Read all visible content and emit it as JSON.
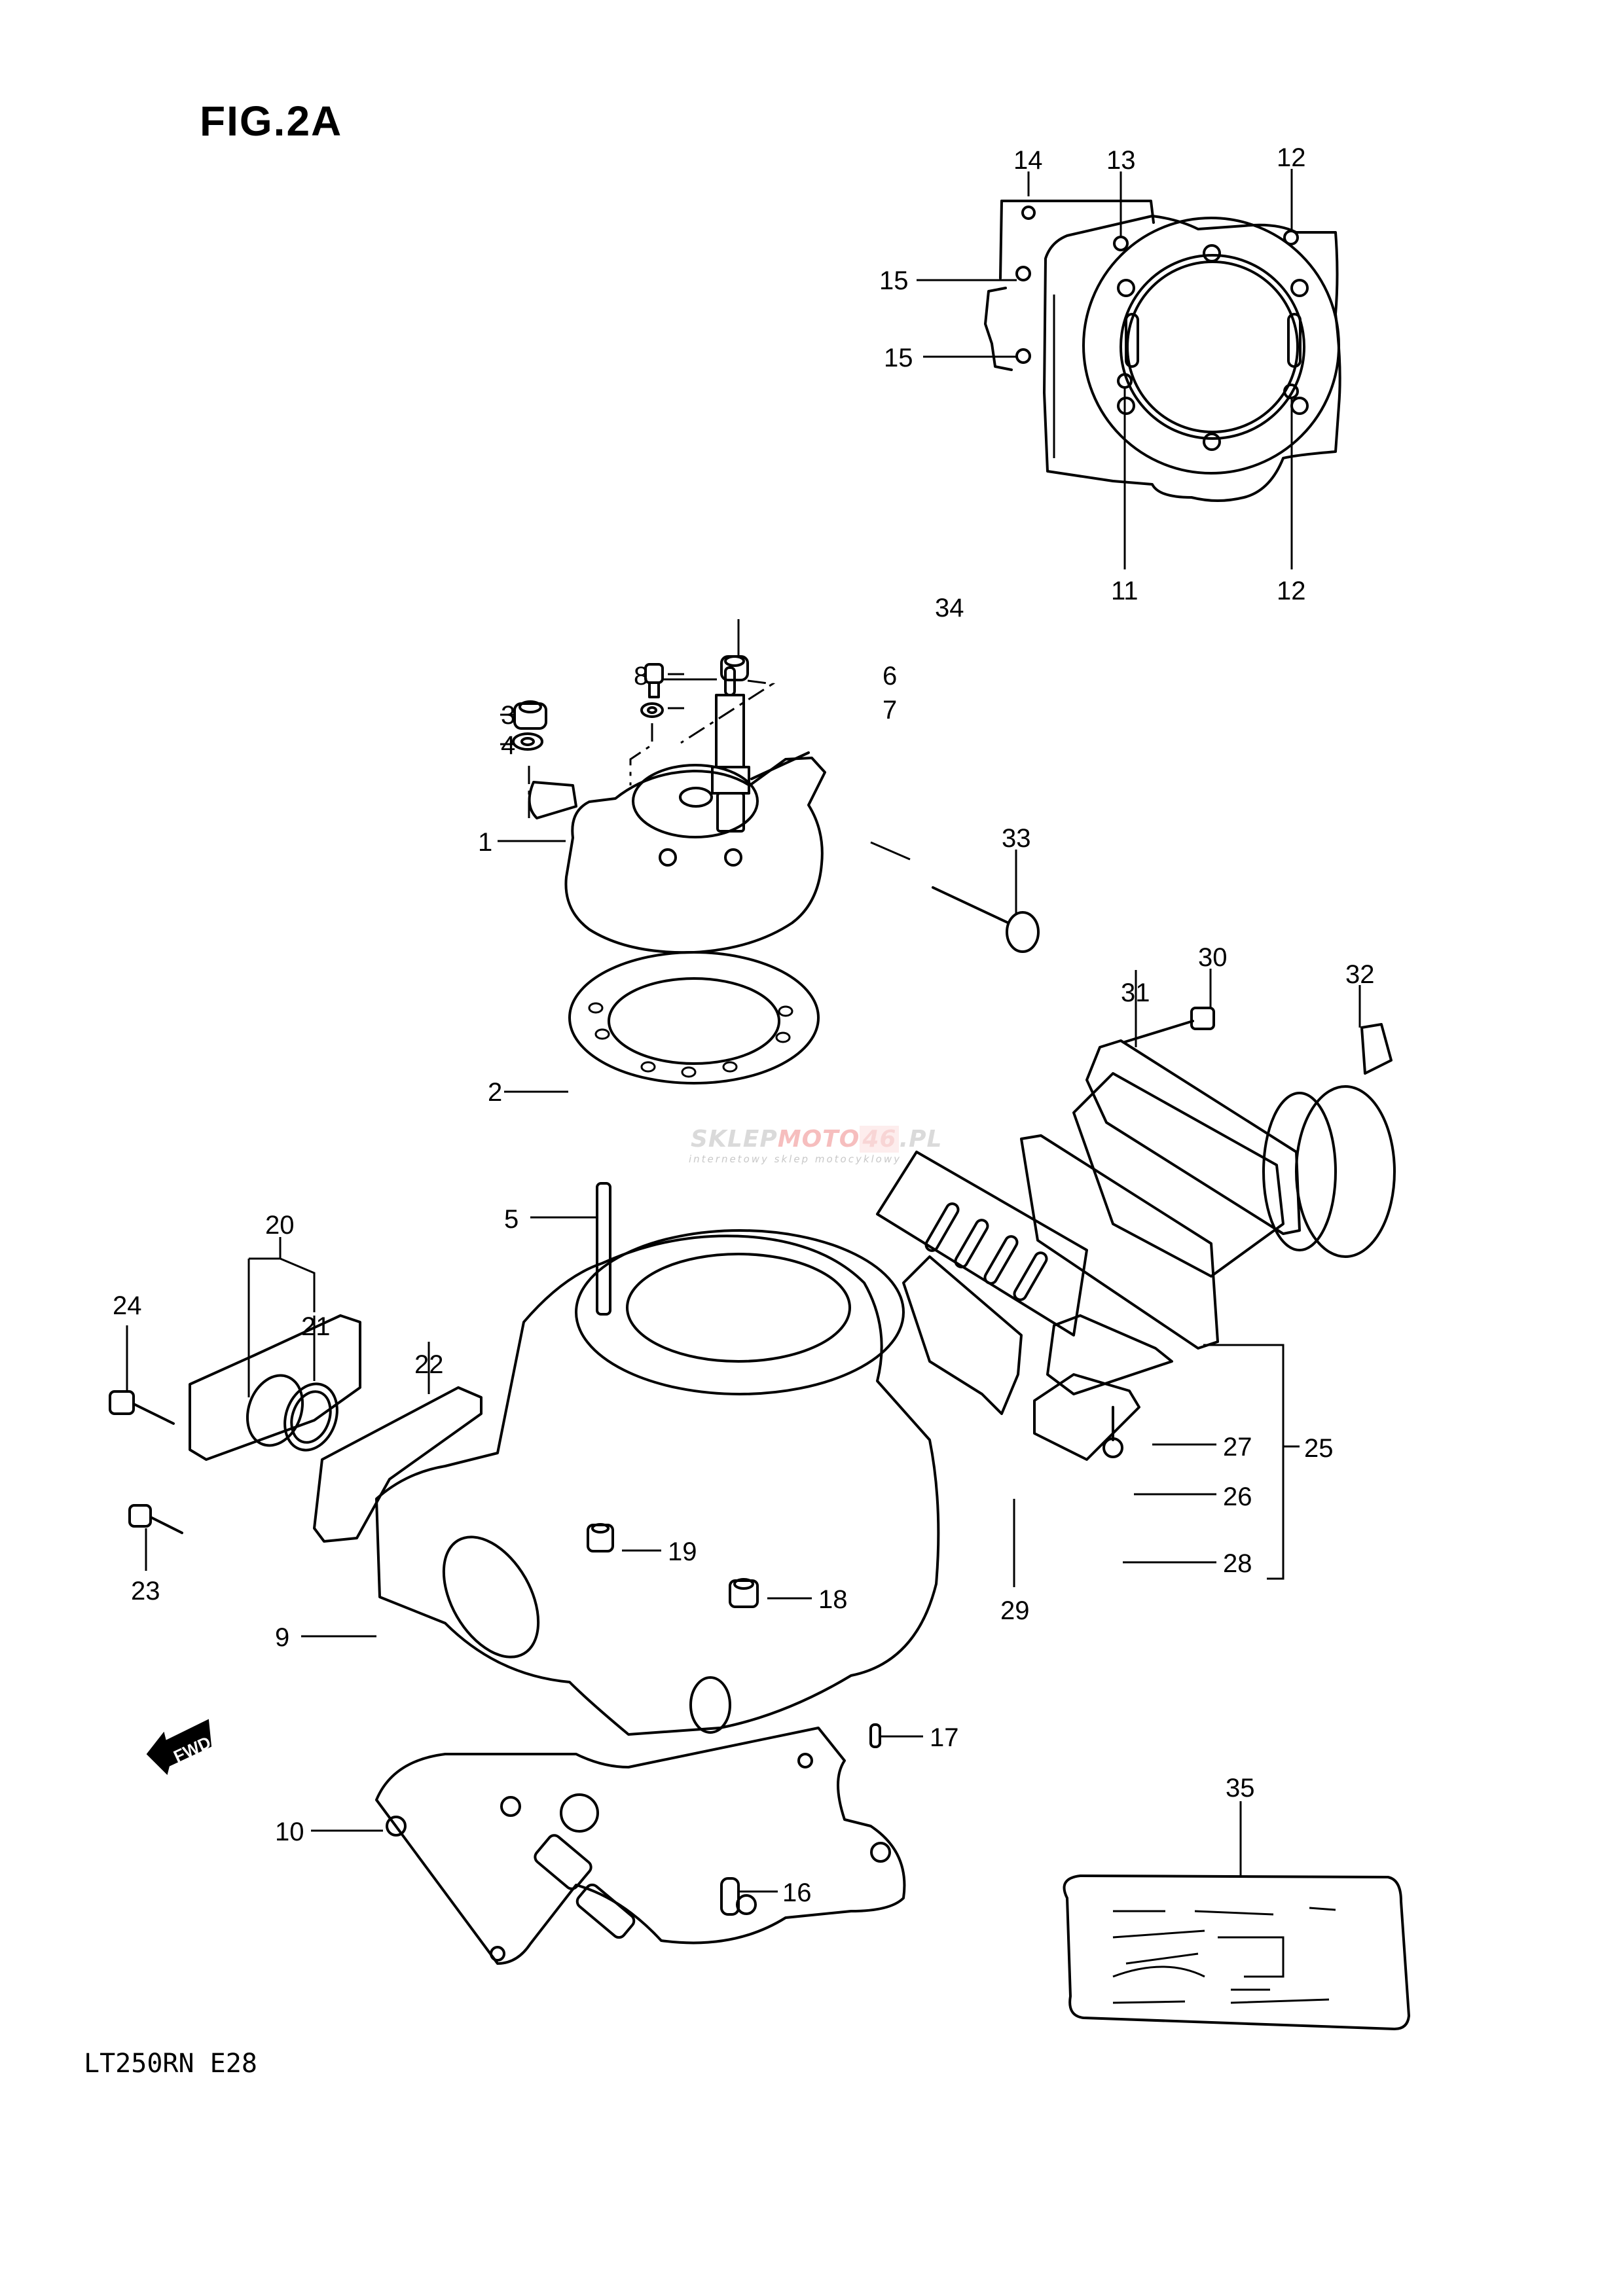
{
  "figure": {
    "title": "FIG.2A",
    "model_code": "LT250RN  E28",
    "direction_indicator": "FWD"
  },
  "watermark": {
    "part_a": "SKLEP",
    "part_b": "MOTO",
    "part_c": "46",
    "part_d": ".PL",
    "tagline": "internetowy sklep motocyklowy"
  },
  "callouts": {
    "c1": "1",
    "c2": "2",
    "c3": "3",
    "c4": "4",
    "c5": "5",
    "c6": "6",
    "c7": "7",
    "c8": "8",
    "c9": "9",
    "c10": "10",
    "c11": "11",
    "c12a": "12",
    "c12b": "12",
    "c13": "13",
    "c14": "14",
    "c15a": "15",
    "c15b": "15",
    "c16": "16",
    "c17": "17",
    "c18": "18",
    "c19": "19",
    "c20": "20",
    "c21": "21",
    "c22": "22",
    "c23": "23",
    "c24": "24",
    "c25": "25",
    "c26": "26",
    "c27": "27",
    "c28": "28",
    "c29": "29",
    "c30": "30",
    "c31": "31",
    "c32": "32",
    "c33": "33",
    "c34": "34",
    "c35": "35"
  },
  "parts": [
    {
      "ref": "1",
      "item": "cylinder-head"
    },
    {
      "ref": "2",
      "item": "cylinder-head-gasket"
    },
    {
      "ref": "3",
      "item": "head-nut"
    },
    {
      "ref": "4",
      "item": "washer"
    },
    {
      "ref": "5",
      "item": "stud-bolt"
    },
    {
      "ref": "6",
      "item": "bolt"
    },
    {
      "ref": "7",
      "item": "gasket-washer"
    },
    {
      "ref": "8",
      "item": "spark-plug"
    },
    {
      "ref": "9",
      "item": "cylinder"
    },
    {
      "ref": "10",
      "item": "cylinder-base-gasket"
    },
    {
      "ref": "11",
      "item": "stud-position"
    },
    {
      "ref": "12",
      "item": "stud-position"
    },
    {
      "ref": "13",
      "item": "stud-position"
    },
    {
      "ref": "14",
      "item": "stud-position"
    },
    {
      "ref": "15",
      "item": "stud-position"
    },
    {
      "ref": "16",
      "item": "dowel-pin"
    },
    {
      "ref": "17",
      "item": "dowel-pin"
    },
    {
      "ref": "18",
      "item": "nut"
    },
    {
      "ref": "19",
      "item": "nut"
    },
    {
      "ref": "20",
      "item": "exhaust-pipe-joint"
    },
    {
      "ref": "21",
      "item": "seal"
    },
    {
      "ref": "22",
      "item": "gasket"
    },
    {
      "ref": "23",
      "item": "bolt"
    },
    {
      "ref": "24",
      "item": "bolt"
    },
    {
      "ref": "25",
      "item": "reed-valve-assembly"
    },
    {
      "ref": "26",
      "item": "reed-stopper"
    },
    {
      "ref": "27",
      "item": "reed-valve"
    },
    {
      "ref": "28",
      "item": "screw"
    },
    {
      "ref": "29",
      "item": "gasket"
    },
    {
      "ref": "30",
      "item": "bolt"
    },
    {
      "ref": "31",
      "item": "gasket"
    },
    {
      "ref": "32",
      "item": "intake-pipe"
    },
    {
      "ref": "33",
      "item": "bolt"
    },
    {
      "ref": "34",
      "item": "nut"
    },
    {
      "ref": "35",
      "item": "gasket-set"
    }
  ]
}
